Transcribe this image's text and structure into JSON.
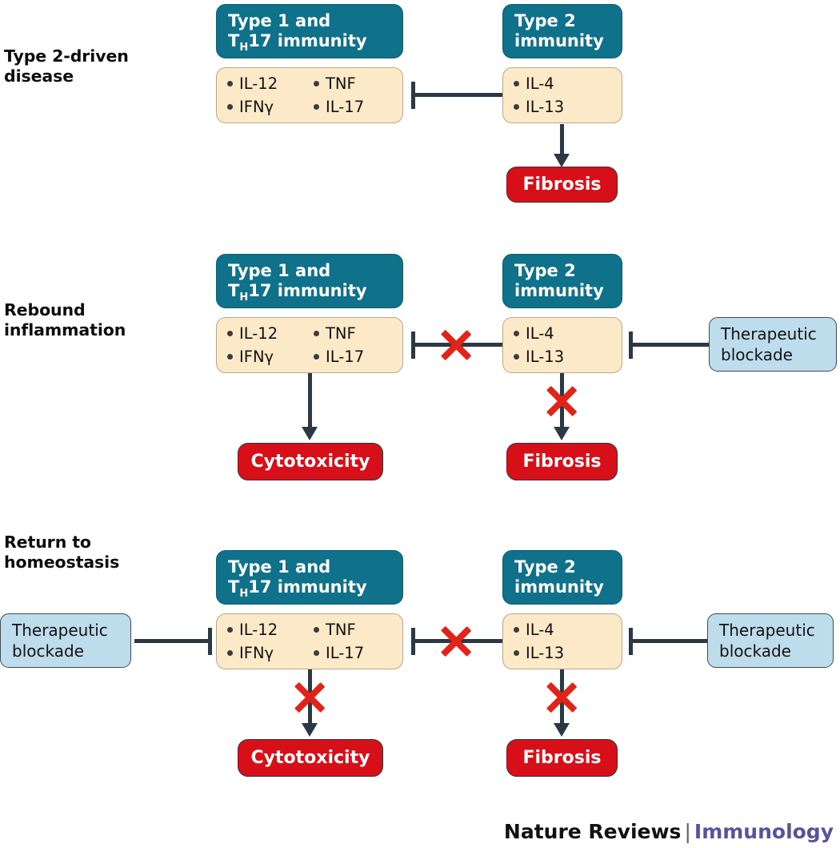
{
  "figure": {
    "type": "biological-pathway-diagram",
    "colors": {
      "teal_header": "#10728a",
      "cream_cytokine": "#fce9c8",
      "red_outcome": "#d70f18",
      "light_blue_blockade": "#bddded",
      "connector_dark": "#2b3a42",
      "x_red": "#e2231a",
      "journal_purple": "#56549a"
    },
    "panels": [
      {
        "id": "panel-type2-driven-disease",
        "label": "Type 2-driven\ndisease",
        "type1_header": "Type 1 and\nTₕ17 immunity",
        "type1_header_line1": "Type 1 and",
        "type1_header_line2_pre": "T",
        "type1_header_line2_sub": "H",
        "type1_header_line2_post": "17 immunity",
        "type1_cytokines_col1": [
          "IL-12",
          "IFNγ"
        ],
        "type1_cytokines_col2": [
          "TNF",
          "IL-17"
        ],
        "type2_header": "Type 2\nimmunity",
        "type2_cytokines": [
          "IL-4",
          "IL-13"
        ],
        "left_outcome": null,
        "right_outcome": "Fibrosis",
        "left_blockade": null,
        "right_blockade": null,
        "cross_inhibition_blocked": false,
        "left_arrow_blocked": null,
        "right_arrow_blocked": false
      },
      {
        "id": "panel-rebound-inflammation",
        "label": "Rebound\ninflammation",
        "type1_header_line1": "Type 1 and",
        "type1_header_line2_pre": "T",
        "type1_header_line2_sub": "H",
        "type1_header_line2_post": "17 immunity",
        "type1_cytokines_col1": [
          "IL-12",
          "IFNγ"
        ],
        "type1_cytokines_col2": [
          "TNF",
          "IL-17"
        ],
        "type2_header": "Type 2\nimmunity",
        "type2_cytokines": [
          "IL-4",
          "IL-13"
        ],
        "left_outcome": "Cytotoxicity",
        "right_outcome": "Fibrosis",
        "left_blockade": null,
        "right_blockade": "Therapeutic\nblockade",
        "cross_inhibition_blocked": true,
        "left_arrow_blocked": false,
        "right_arrow_blocked": true
      },
      {
        "id": "panel-return-to-homeostasis",
        "label": "Return to\nhomeostasis",
        "type1_header_line1": "Type 1 and",
        "type1_header_line2_pre": "T",
        "type1_header_line2_sub": "H",
        "type1_header_line2_post": "17 immunity",
        "type1_cytokines_col1": [
          "IL-12",
          "IFNγ"
        ],
        "type1_cytokines_col2": [
          "TNF",
          "IL-17"
        ],
        "type2_header": "Type 2\nimmunity",
        "type2_cytokines": [
          "IL-4",
          "IL-13"
        ],
        "left_outcome": "Cytotoxicity",
        "right_outcome": "Fibrosis",
        "left_blockade": "Therapeutic\nblockade",
        "right_blockade": "Therapeutic\nblockade",
        "cross_inhibition_blocked": true,
        "left_arrow_blocked": true,
        "right_arrow_blocked": true
      }
    ]
  },
  "footer": {
    "brand": "Nature Reviews",
    "separator": "|",
    "journal": "Immunology"
  }
}
